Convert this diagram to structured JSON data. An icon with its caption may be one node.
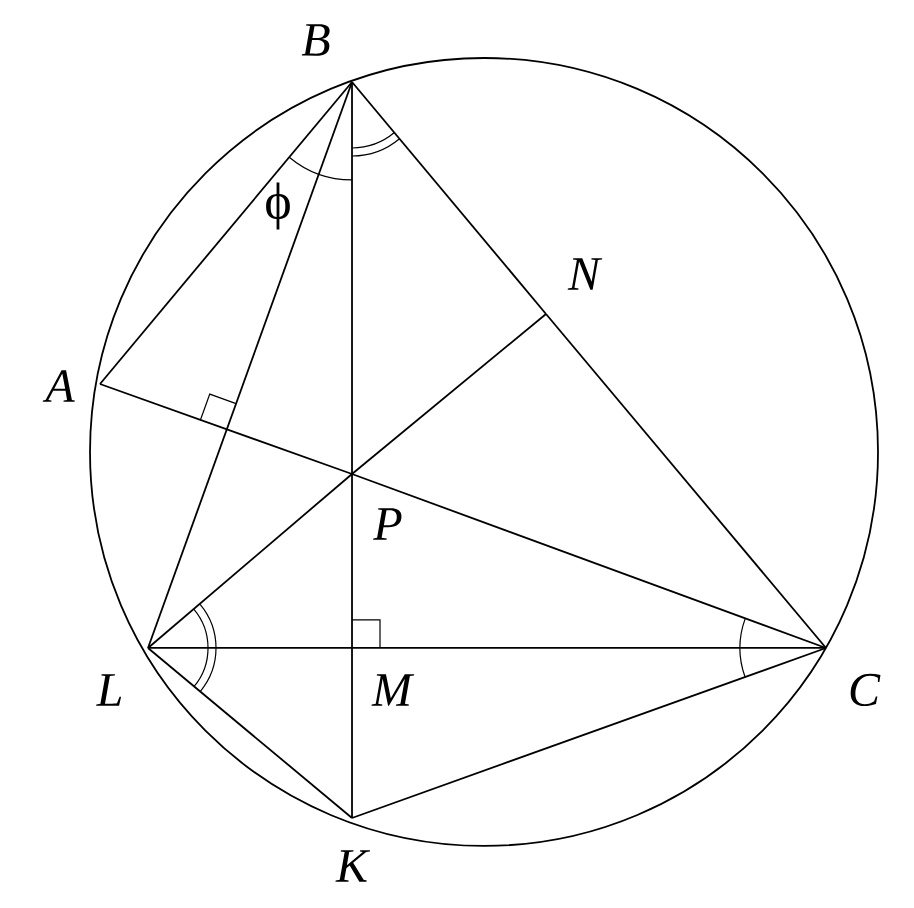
{
  "diagram": {
    "nodes": [
      {
        "text": [
          "B"
        ]
      },
      {
        "text": [
          "A"
        ]
      },
      {
        "text": [
          "N"
        ]
      },
      {
        "text": [
          "P"
        ]
      },
      {
        "text": [
          "L"
        ]
      },
      {
        "text": [
          "M"
        ]
      },
      {
        "text": [
          "C"
        ]
      },
      {
        "text": [
          "K"
        ]
      }
    ],
    "edges": [
      {
        "from": 0,
        "to": 1,
        "arrow": "none"
      },
      {
        "from": 0,
        "to": 4,
        "arrow": "none"
      },
      {
        "from": 0,
        "to": 3,
        "arrow": "none"
      },
      {
        "from": 3,
        "to": 5,
        "arrow": "none"
      },
      {
        "from": 5,
        "to": 7,
        "arrow": "none"
      },
      {
        "from": 0,
        "to": 2,
        "arrow": "none"
      },
      {
        "from": 2,
        "to": 6,
        "arrow": "none"
      },
      {
        "from": 1,
        "to": 3,
        "arrow": "none"
      },
      {
        "from": 3,
        "to": 6,
        "arrow": "none"
      },
      {
        "from": 4,
        "to": 3,
        "arrow": "none"
      },
      {
        "from": 3,
        "to": 2,
        "arrow": "none"
      },
      {
        "from": 4,
        "to": 5,
        "arrow": "none"
      },
      {
        "from": 5,
        "to": 6,
        "arrow": "none"
      },
      {
        "from": 4,
        "to": 7,
        "arrow": "none"
      },
      {
        "from": 7,
        "to": 6,
        "arrow": "none"
      }
    ],
    "labels": [
      "ϕ"
    ]
  }
}
